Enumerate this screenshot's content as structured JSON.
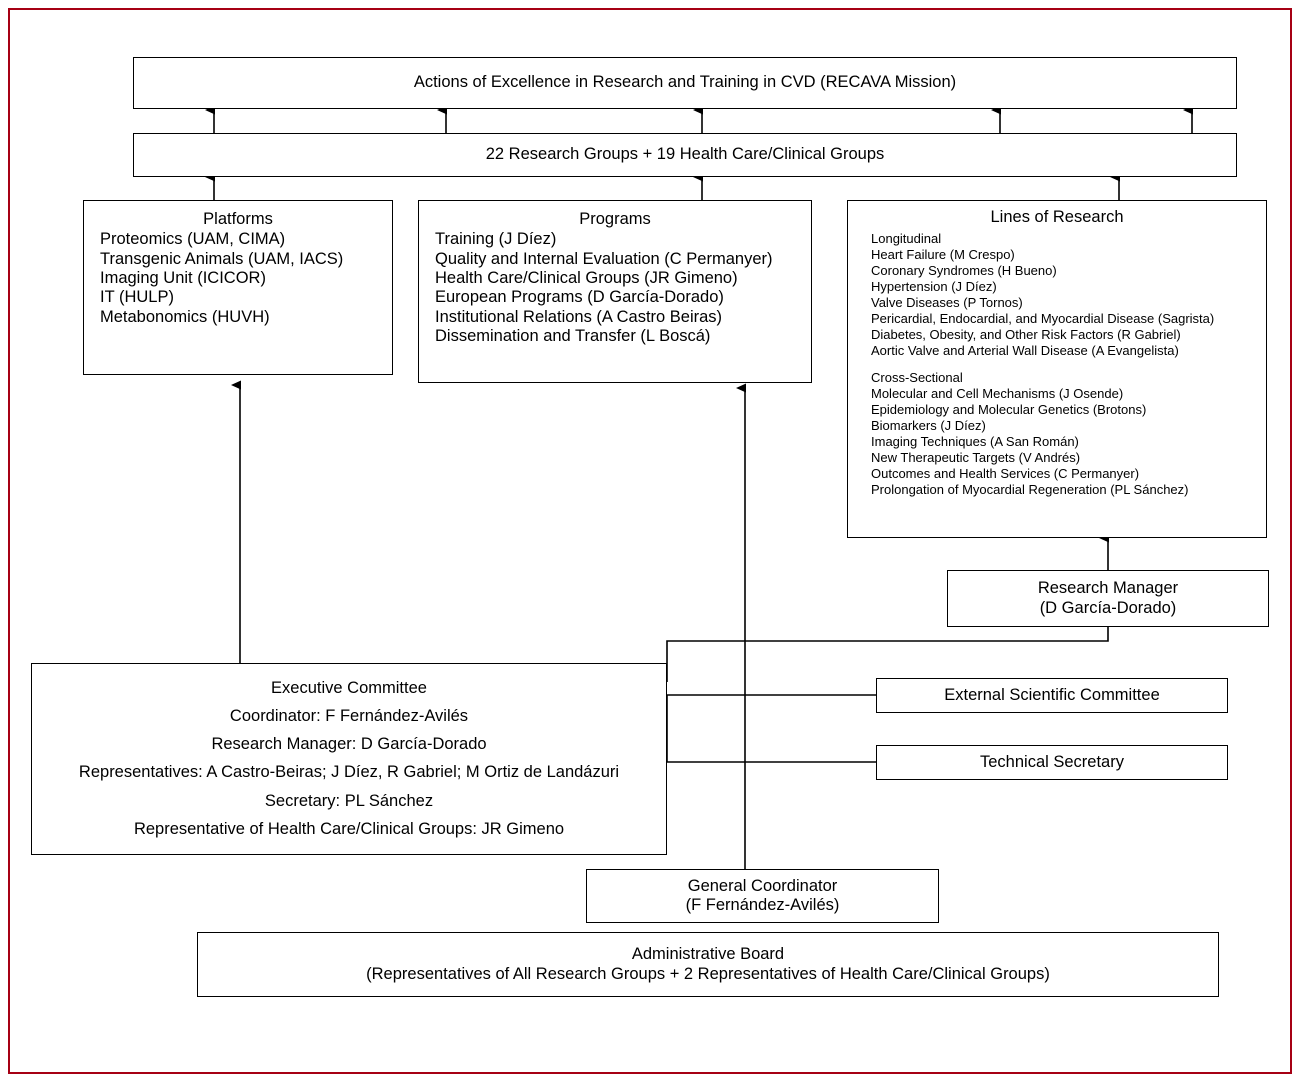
{
  "diagram": {
    "title_box": {
      "text": "Actions of Excellence in Research and Training in CVD (RECAVA Mission)"
    },
    "groups_box": {
      "text": "22 Research Groups + 19 Health Care/Clinical Groups"
    },
    "platforms": {
      "title": "Platforms",
      "items": [
        "Proteomics (UAM, CIMA)",
        "Transgenic Animals (UAM, IACS)",
        "Imaging Unit (ICICOR)",
        "IT (HULP)",
        "Metabonomics (HUVH)"
      ]
    },
    "programs": {
      "title": "Programs",
      "items": [
        "Training (J Díez)",
        "Quality and Internal Evaluation (C Permanyer)",
        "Health Care/Clinical Groups (JR Gimeno)",
        "European Programs (D García-Dorado)",
        "Institutional Relations (A Castro Beiras)",
        "Dissemination and Transfer (L Boscá)"
      ]
    },
    "lines_of_research": {
      "title": "Lines of Research",
      "longitudinal_label": "Longitudinal",
      "longitudinal": [
        "Heart Failure (M Crespo)",
        "Coronary Syndromes (H Bueno)",
        "Hypertension (J Díez)",
        "Valve Diseases (P Tornos)",
        "Pericardial, Endocardial, and Myocardial Disease (Sagrista)",
        "Diabetes, Obesity, and Other Risk Factors (R Gabriel)",
        "Aortic Valve and Arterial Wall Disease (A Evangelista)"
      ],
      "cross_sectional_label": "Cross-Sectional",
      "cross_sectional": [
        "Molecular and Cell Mechanisms (J Osende)",
        "Epidemiology and Molecular Genetics (Brotons)",
        "Biomarkers (J Díez)",
        "Imaging Techniques (A San Román)",
        "New Therapeutic Targets (V Andrés)",
        "Outcomes and Health Services (C Permanyer)",
        "Prolongation of Myocardial Regeneration (PL Sánchez)"
      ]
    },
    "research_manager": {
      "line1": "Research Manager",
      "line2": "(D García-Dorado)"
    },
    "executive_committee": {
      "title": "Executive Committee",
      "lines": [
        "Coordinator: F Fernández-Avilés",
        "Research Manager: D García-Dorado",
        "Representatives: A Castro-Beiras; J Díez, R Gabriel; M Ortiz de Landázuri",
        "Secretary: PL Sánchez",
        "Representative of Health Care/Clinical Groups: JR Gimeno"
      ]
    },
    "external_scientific_committee": {
      "text": "External Scientific Committee"
    },
    "technical_secretary": {
      "text": "Technical Secretary"
    },
    "general_coordinator": {
      "line1": "General Coordinator",
      "line2": "(F Fernández-Avilés)"
    },
    "administrative_board": {
      "line1": "Administrative Board",
      "line2": "(Representatives of All Research Groups + 2 Representatives of Health Care/Clinical Groups)"
    },
    "colors": {
      "frame": "#a60014",
      "box_border": "#000000",
      "background": "#ffffff",
      "text": "#000000"
    }
  }
}
